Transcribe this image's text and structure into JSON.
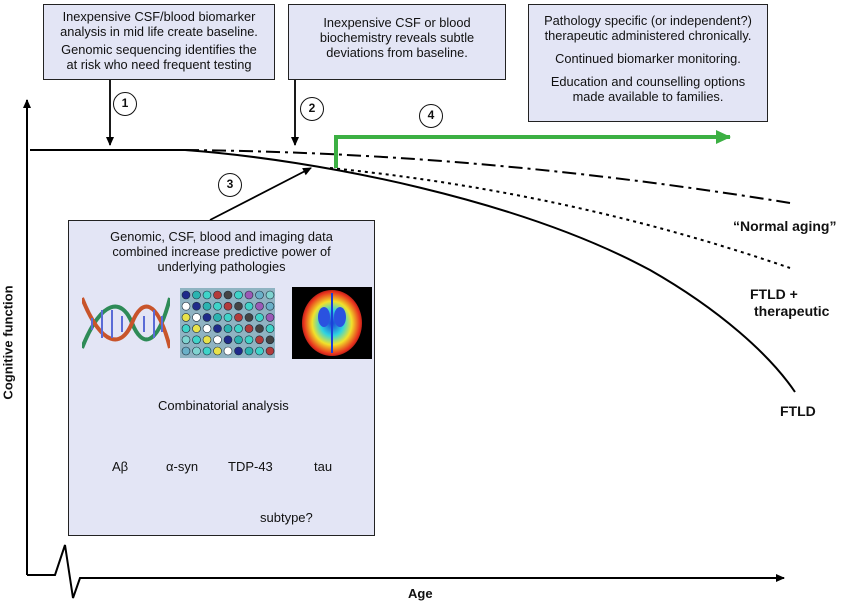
{
  "box1": {
    "lines": [
      "Inexpensive CSF/blood biomarker",
      "analysis in mid life create baseline.",
      "Genomic sequencing identifies the",
      "at risk who need frequent testing"
    ]
  },
  "box2": {
    "lines": [
      "Inexpensive CSF or blood",
      "biochemistry reveals subtle",
      "deviations from baseline."
    ]
  },
  "box3": {
    "lines": [
      "Pathology specific (or independent?)",
      "therapeutic administered chronically.",
      "Continued biomarker monitoring.",
      "Education and counselling options",
      "made available to families."
    ]
  },
  "box4": {
    "lines": [
      "Genomic, CSF, blood and imaging data",
      "combined increase predictive power of",
      "underlying pathologies"
    ],
    "analysis_label": "Combinatorial analysis",
    "pathologies": [
      "Aβ",
      "α-syn",
      "TDP-43",
      "tau"
    ],
    "subtype_label": "subtype?"
  },
  "steps": [
    "1",
    "2",
    "3",
    "4"
  ],
  "curves": {
    "normal_aging": "“Normal aging”",
    "ftld_therapeutic_1": "FTLD +",
    "ftld_therapeutic_2": "therapeutic",
    "ftld": "FTLD"
  },
  "axes": {
    "y_label": "Cognitive function",
    "x_label": "Age"
  },
  "colors": {
    "box_fill": "#e3e5f5",
    "therapeutic_arrow": "#3cb043",
    "line": "#000000"
  },
  "icons": [
    "dna-helix-icon",
    "biomarker-array-icon",
    "brain-scan-icon"
  ]
}
